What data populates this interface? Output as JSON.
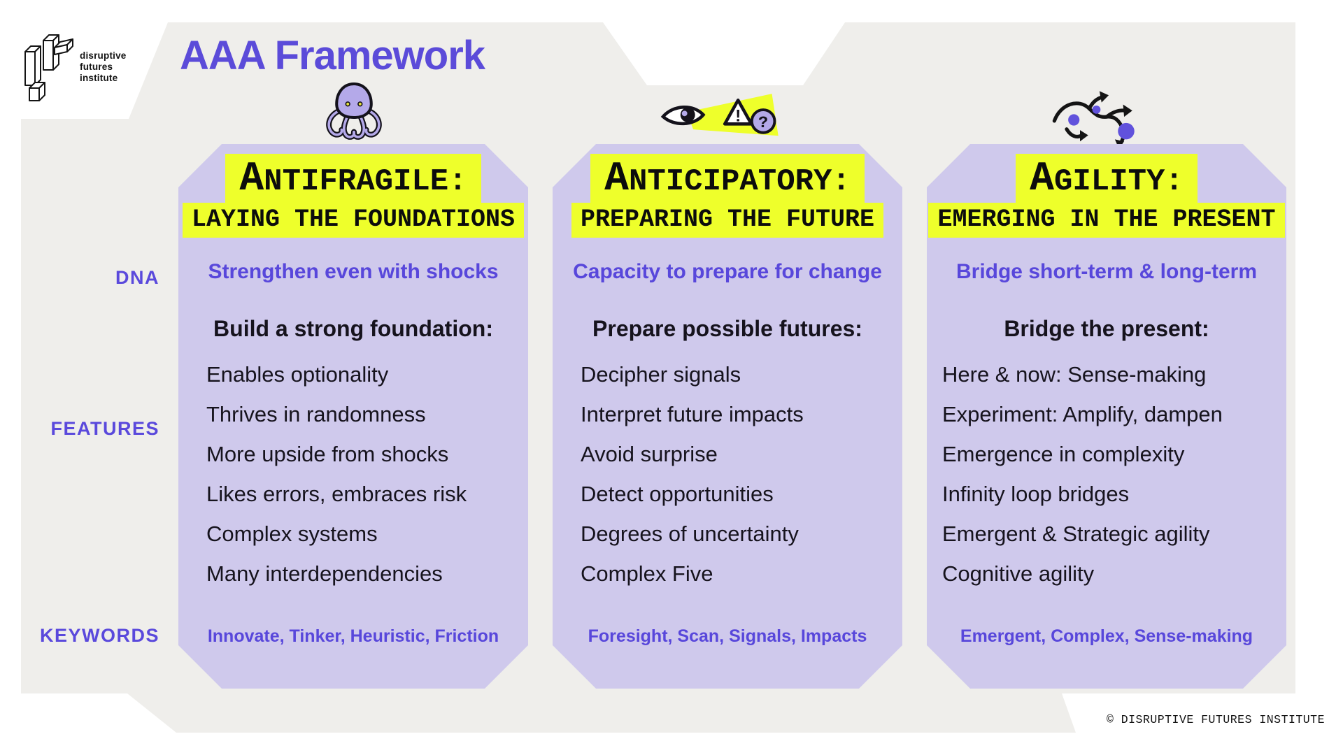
{
  "logo": {
    "line1": "disruptive",
    "line2": "futures",
    "line3": "institute"
  },
  "title": "AAA Framework",
  "row_labels": {
    "dna": "DNA",
    "features": "FEATURES",
    "keywords": "KEYWORDS"
  },
  "columns": [
    {
      "id": "antifragile",
      "icon": "octopus-icon",
      "title_initial": "A",
      "title_rest": "NTIFRAGILE:",
      "subtitle": "LAYING THE FOUNDATIONS",
      "dna": "Strengthen even with shocks",
      "features_heading": "Build a strong foundation:",
      "features": [
        "Enables optionality",
        "Thrives in randomness",
        "More upside from shocks",
        "Likes errors, embraces risk",
        "Complex systems",
        "Many interdependencies"
      ],
      "keywords": "Innovate, Tinker, Heuristic, Friction"
    },
    {
      "id": "anticipatory",
      "icon": "eye-alert-icon",
      "title_initial": "A",
      "title_rest": "NTICIPATORY:",
      "subtitle": "PREPARING THE FUTURE",
      "dna": "Capacity to prepare for change",
      "features_heading": "Prepare possible futures:",
      "features": [
        "Decipher signals",
        "Interpret future impacts",
        "Avoid surprise",
        "Detect opportunities",
        "Degrees of uncertainty",
        "Complex Five"
      ],
      "keywords": "Foresight, Scan, Signals, Impacts"
    },
    {
      "id": "agility",
      "icon": "flow-arrows-icon",
      "title_initial": "A",
      "title_rest": "GILITY:",
      "subtitle": "EMERGING IN THE PRESENT",
      "dna": "Bridge short-term & long-term",
      "features_heading": "Bridge the present:",
      "features": [
        "Here & now: Sense-making",
        "Experiment: Amplify, dampen",
        "Emergence in complexity",
        "Infinity loop bridges",
        "Emergent & Strategic agility",
        "Cognitive agility"
      ],
      "keywords": "Emergent, Complex, Sense-making"
    }
  ],
  "footer": {
    "copyright": "© DISRUPTIVE FUTURES INSTITUTE"
  },
  "colors": {
    "accent_purple": "#5B4BD9",
    "highlight_yellow": "#EEFF2B",
    "card_lavender": "#CFC9EC",
    "panel_gray": "#EFEEEB",
    "text_black": "#131313",
    "icon_lavender": "#B4A9E9"
  }
}
